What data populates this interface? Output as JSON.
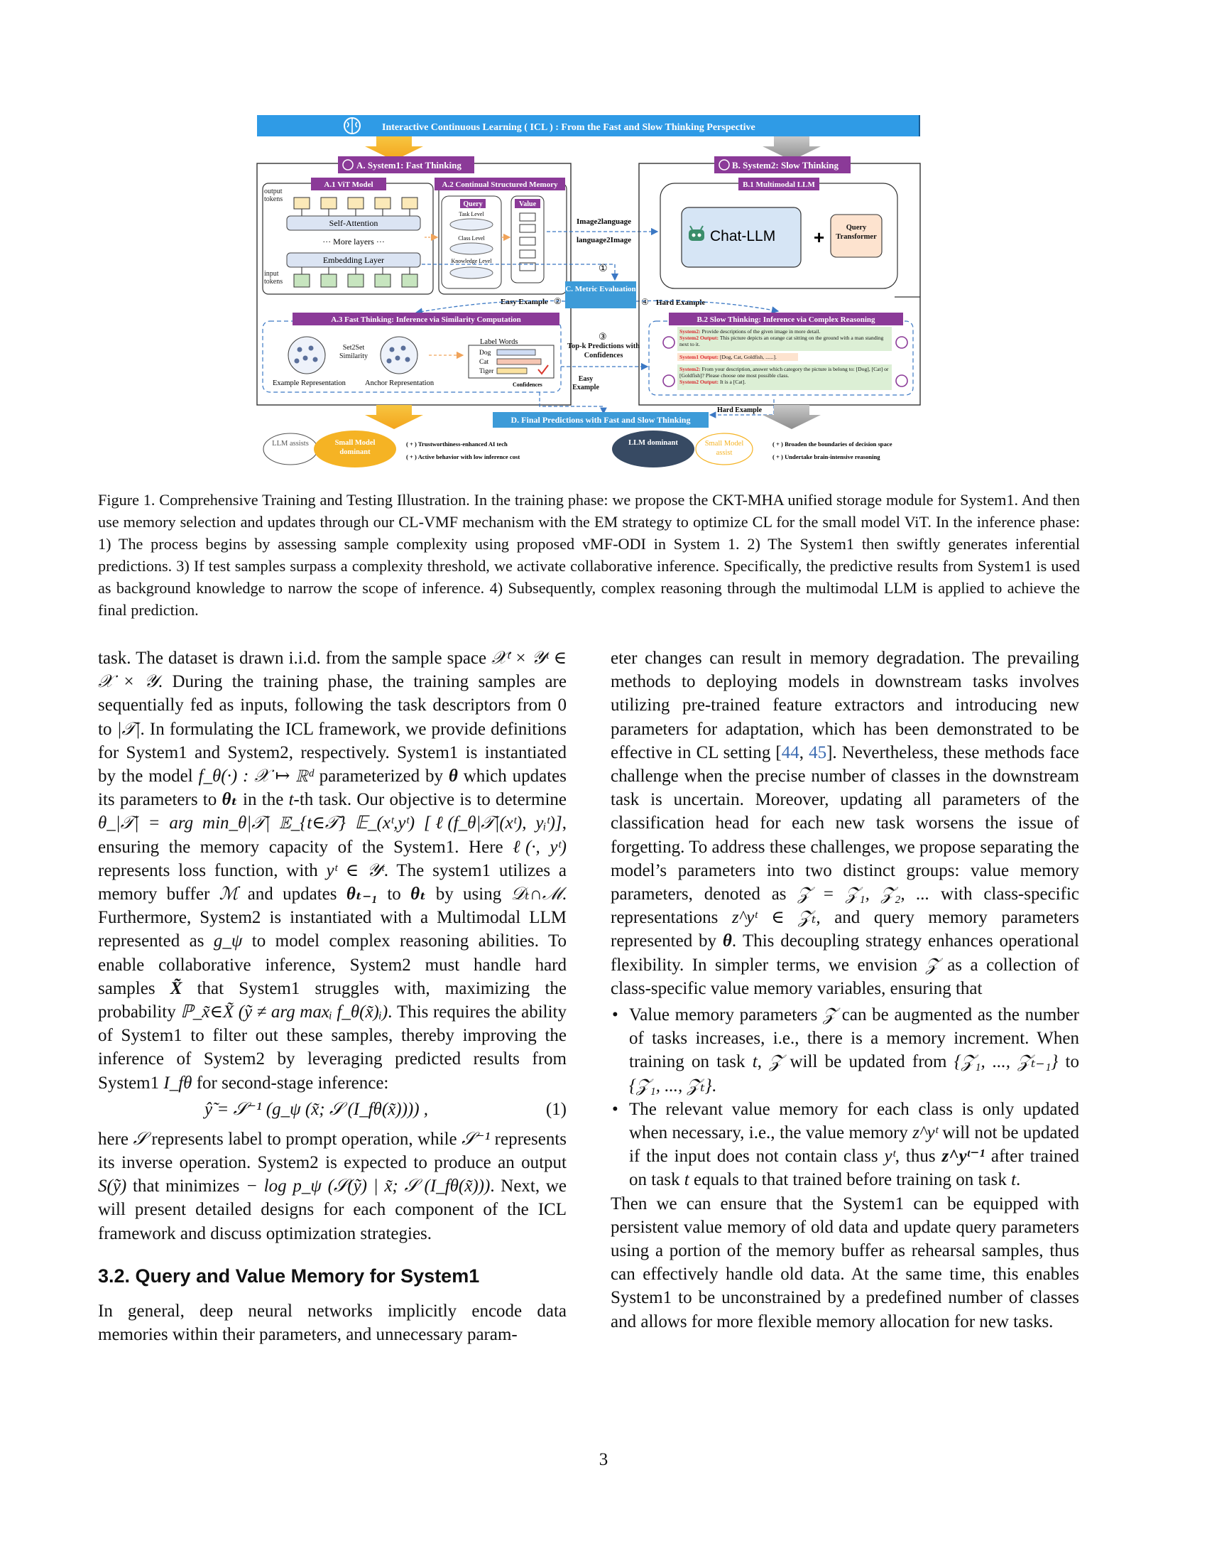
{
  "figure": {
    "banner_title": "Interactive Continuous Learning ( ICL ) : From the Fast and Slow Thinking Perspective",
    "system1_title": "A. System1: Fast Thinking",
    "system2_title": "B. System2: Slow Thinking",
    "a1_title": "A.1 ViT Model",
    "a1_output_tokens": "output tokens",
    "a1_self_attention": "Self-Attention",
    "a1_more_layers": "··· More layers ···",
    "a1_embedding": "Embedding  Layer",
    "a1_input_tokens": "input tokens",
    "a2_title": "A.2 Continual Structured Memory",
    "a2_query": "Query",
    "a2_value": "Value",
    "a2_task_level": "Task Level",
    "a2_class_level": "Class Level",
    "a2_knowledge_level": "Knowledge Level",
    "link_image2language": "Image2language",
    "link_language2image": "language2Image",
    "step1": "①",
    "c_metric": "C. Metric Evaluation",
    "easy_example": "Easy Example",
    "step2": "②",
    "step4": "④",
    "hard_example": "Hard Example",
    "b1_title": "B.1 Multimodal  LLM",
    "chat_llm": "Chat-LLM",
    "plus": "+",
    "query_transformer": "Query Transformer",
    "a3_title": "A.3 Fast Thinking: Inference via Similarity Computation",
    "set2set": "Set2Set Similarity",
    "example_repr": "Example Representation",
    "anchor_repr": "Anchor Representation",
    "label_words": "Label Words",
    "labels": [
      "Dog",
      "Cat",
      "Tiger"
    ],
    "confidences": "Confidences",
    "step3": "③",
    "topk": "Top-k Predictions with Confidences",
    "easy_example_2": "Easy Example",
    "b2_title": "B.2 Slow Thinking: Inference via Complex Reasoning",
    "chat": [
      {
        "who": "System2:",
        "text": "Provide descriptions of the given image in more detail."
      },
      {
        "who": "System2 Output:",
        "text": "This picture depicts an orange cat sitting on the ground with a man standing next to it."
      },
      {
        "who": "System1 Output:",
        "text": "[Dog, Cat, Goldfish, ......]."
      },
      {
        "who": "System2:",
        "text": "From your description, answer which category the picture is belong to: [Dog], [Cat] or [Goldfish]? Please choose one most possible class."
      },
      {
        "who": "System2 Output:",
        "text": "It is a [Cat]."
      }
    ],
    "hard_example_2": "Hard Example",
    "d_title": "D. Final Predictions with Fast and Slow Thinking",
    "llm_assists": "LLM assists",
    "small_model_dominant": "Small Model dominant",
    "left_points": [
      "( + )  Trustworthiness-enhanced AI tech",
      "( + )  Active behavior with low inference cost"
    ],
    "llm_dominant": "LLM dominant",
    "small_model_assist": "Small Model assist",
    "right_points": [
      "( + )  Broaden the boundaries of decision space",
      "( + )  Undertake brain-intensive reasoning"
    ],
    "colors": {
      "banner": "#2f9be6",
      "purple": "#8b3a98",
      "blue_box": "#3d9bd8",
      "orange": "#f5b324",
      "navy": "#374a63",
      "chat_bg": "#dcefd5"
    }
  },
  "caption": "Figure 1. Comprehensive Training and Testing Illustration. In the training phase: we propose the CKT-MHA unified storage module for System1. And then use memory selection and updates through our CL-VMF mechanism with the EM strategy to optimize CL for the small model ViT. In the inference phase: 1) The process begins by assessing sample complexity using proposed vMF-ODI in System 1. 2) The System1 then swiftly generates inferential predictions. 3) If test samples surpass a complexity threshold, we activate collaborative inference. Specifically, the predictive results from System1 is used as background knowledge to narrow the scope of inference. 4) Subsequently, complex reasoning through the multimodal LLM is applied to achieve the final prediction.",
  "left": {
    "p1": [
      "task.  The dataset is drawn i.i.d.  from the sample space ",
      "𝒳ᵗ × 𝒴ᵗ ∈ 𝒳 × 𝒴",
      ". During the training phase, the training samples are sequentially fed as inputs, following the task descriptors from 0 to ",
      "|𝒯|",
      ".  In formulating the ICL framework, we provide definitions for System1 and System2, respectively.  System1 is instantiated by the model ",
      "f_θ(·) : 𝒳 ↦ ℝᵈ",
      " parameterized by ",
      "θ",
      " which updates its parameters to ",
      "θₜ",
      " in the ",
      "t",
      "-th task.  Our objective is to determine ",
      "θ_|𝒯| = arg min_θ|𝒯| 𝔼_{t∈𝒯} 𝔼_(xᵗ,yᵗ) [ℓ(f_θ|𝒯|(xᵗ), yᵢᵗ)]",
      ", ensuring the memory capacity of the System1. Here ",
      "ℓ(·, yᵗ)",
      " represents loss function, with ",
      "yᵗ ∈ 𝒴ᵗ",
      ".  The system1 utilizes a memory buffer ",
      "ℳ",
      " and updates ",
      "θₜ₋₁",
      " to ",
      "θₜ",
      " by using ",
      "𝒟ₜ∩ℳ",
      ". Furthermore, System2 is instantiated with a Multimodal LLM represented as ",
      "g_ψ",
      " to model complex reasoning abilities.  To enable collaborative inference, System2 must handle hard samples ",
      "X̃",
      " that System1 struggles with, maximizing the probability ",
      "ℙ_x̃∈X̃ (ỹ ≠ arg maxᵢ f_θ(x̃)ᵢ)",
      ". This requires the ability of System1 to filter out these samples, thereby improving the inference of System2 by leveraging predicted results from System1 ",
      "I_fθ",
      " for second-stage inference:"
    ],
    "eq1": "ŷ̃ = 𝒮⁻¹ (g_ψ (x̃; 𝒮 (I_fθ(x̃)))) ,",
    "eq1_num": "(1)",
    "p2": [
      "here ",
      "𝒮",
      " represents label to prompt operation, while ",
      "𝒮⁻¹",
      " represents its inverse operation.   System2 is expected to produce an output ",
      "S(ỹ)",
      " that minimizes ",
      "− log p_ψ (𝒮(ỹ) | x̃; 𝒮 (I_fθ(x̃)))",
      ". Next, we will present detailed designs for each component of the ICL framework and discuss optimization strategies."
    ],
    "section_title": "3.2. Query and Value Memory for System1",
    "p3": "In general, deep neural networks implicitly encode data memories within their parameters, and unnecessary param-"
  },
  "right": {
    "p1": [
      "eter changes can result in memory degradation. The prevailing methods to deploying models in downstream tasks involves utilizing pre-trained feature extractors and introducing new parameters for adaptation, which has been demonstrated to be effective in CL setting [",
      "44",
      ", ",
      "45",
      "].  Nevertheless, these methods face challenge when the precise number of classes in the downstream task is uncertain.  Moreover, updating all parameters of the classification head for each new task worsens the issue of forgetting.  To address these challenges, we propose separating the model’s parameters into two distinct groups:  value memory parameters, denoted as ",
      "𝒵 = 𝒵₁, 𝒵₂, ...",
      " with class-specific representations ",
      "z^yᵗ ∈ 𝒵ₜ",
      ", and query memory parameters represented by ",
      "θ",
      ".  This decoupling strategy enhances operational flexibility.  In simpler terms, we envision ",
      "𝒵",
      " as a collection of class-specific value memory variables, ensuring that"
    ],
    "bullets": [
      [
        "Value memory parameters ",
        "𝒵",
        " can be augmented as the number of tasks increases, i.e., there is a memory increment.  When training on task ",
        "t",
        ", ",
        "𝒵",
        " will be updated from ",
        "{𝒵₁, ..., 𝒵ₜ₋₁}",
        " to ",
        "{𝒵₁, ..., 𝒵ₜ}",
        "."
      ],
      [
        "The relevant value memory for each class is only updated when necessary, i.e., the value memory ",
        "z^yᵗ",
        " will not be updated if the input does not contain class ",
        "yᵗ",
        ", thus ",
        "z^yᵗ⁻¹",
        " after trained on task ",
        "t",
        " equals to that trained before training on task ",
        "t",
        "."
      ]
    ],
    "p2": "Then we can ensure that the System1 can be equipped with persistent value memory of old data and update query parameters using a portion of the memory buffer as rehearsal samples, thus can effectively handle old data.  At the same time, this enables System1 to be unconstrained by a predefined number of classes and allows for more flexible memory allocation for new tasks."
  },
  "page_number": "3"
}
